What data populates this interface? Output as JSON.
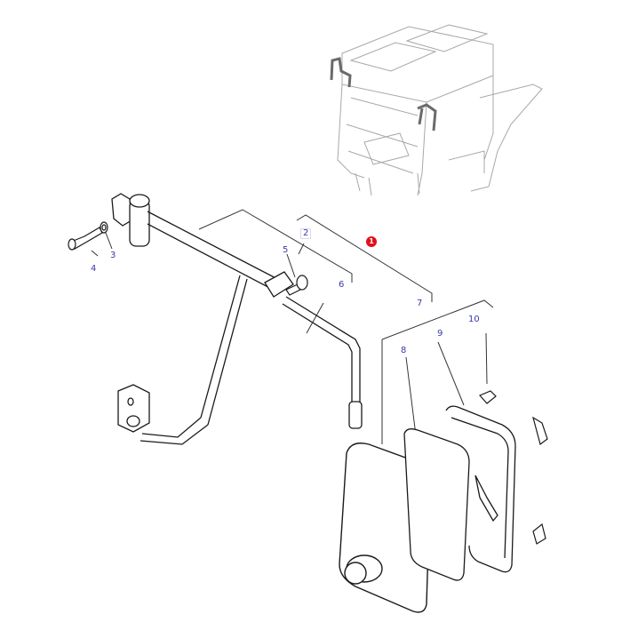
{
  "diagram": {
    "type": "exploded-parts-diagram",
    "subject": "Tractor cab external rear-view mirror assembly",
    "locator_view": "tractor-cab-overview",
    "assembly_badge": "1",
    "callouts": [
      {
        "id": "2",
        "part": "mirror-arm-assembly-bracket"
      },
      {
        "id": "3",
        "part": "lock-washer"
      },
      {
        "id": "4",
        "part": "bolt"
      },
      {
        "id": "5",
        "part": "thumb-screw"
      },
      {
        "id": "6",
        "part": "mirror-extension-tube"
      },
      {
        "id": "7",
        "part": "mirror-head-assembly"
      },
      {
        "id": "8",
        "part": "mirror-housing"
      },
      {
        "id": "9",
        "part": "mirror-glass-frame"
      },
      {
        "id": "10",
        "part": "clip"
      }
    ]
  },
  "colors": {
    "line": "#1a1a1a",
    "callout_text": "#3a3aa8",
    "badge": "#e0101a",
    "locator_line": "#9a9a9a",
    "highlight": "#6a6a6a"
  }
}
